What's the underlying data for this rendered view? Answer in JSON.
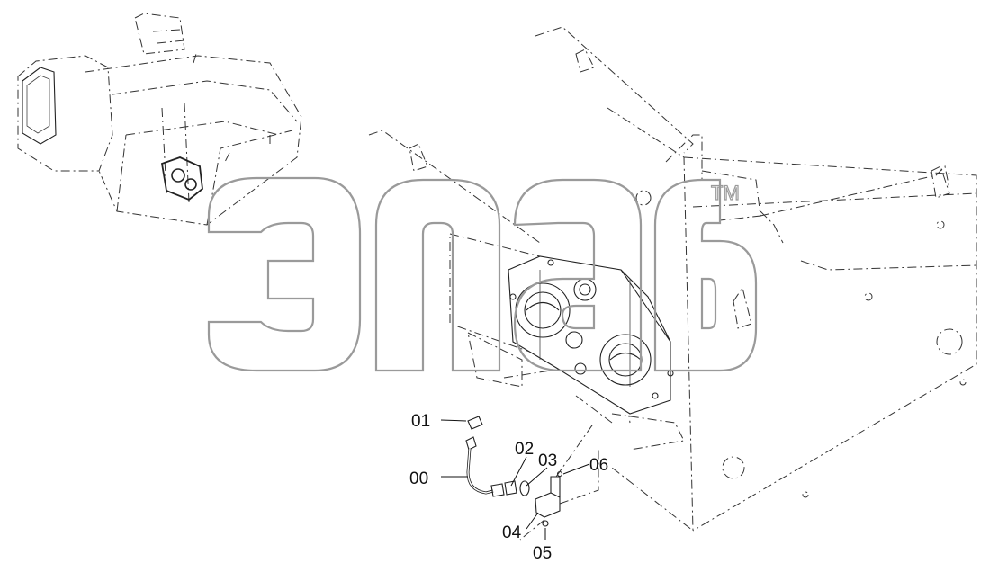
{
  "diagram": {
    "watermark": {
      "letters": "эпаб",
      "trademark": "TM"
    },
    "callouts": [
      {
        "id": "c00",
        "text": "00"
      },
      {
        "id": "c01",
        "text": "01"
      },
      {
        "id": "c02",
        "text": "02"
      },
      {
        "id": "c03",
        "text": "03"
      },
      {
        "id": "c04",
        "text": "04"
      },
      {
        "id": "c05",
        "text": "05"
      },
      {
        "id": "c06",
        "text": "06"
      }
    ]
  }
}
